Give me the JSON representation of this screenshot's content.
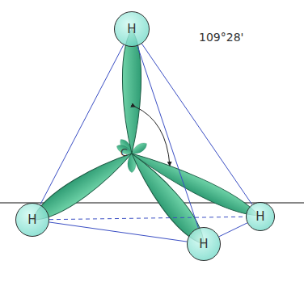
{
  "diagram": {
    "nodes": [
      {
        "text": [
          "H"
        ]
      },
      {
        "text": [
          "H"
        ]
      },
      {
        "text": [
          "H"
        ]
      },
      {
        "text": [
          "H"
        ]
      }
    ],
    "edges": [
      {
        "from": 0,
        "to": 1,
        "arrow": "none"
      },
      {
        "from": 0,
        "to": 2,
        "arrow": "none"
      },
      {
        "from": 0,
        "to": 3,
        "arrow": "none"
      },
      {
        "from": 1,
        "to": 3,
        "arrow": "none"
      },
      {
        "from": 3,
        "to": 2,
        "arrow": "none"
      },
      {
        "from": 1,
        "to": 2,
        "arrow": "none"
      }
    ],
    "labels": [
      "109°28'",
      "C"
    ]
  }
}
